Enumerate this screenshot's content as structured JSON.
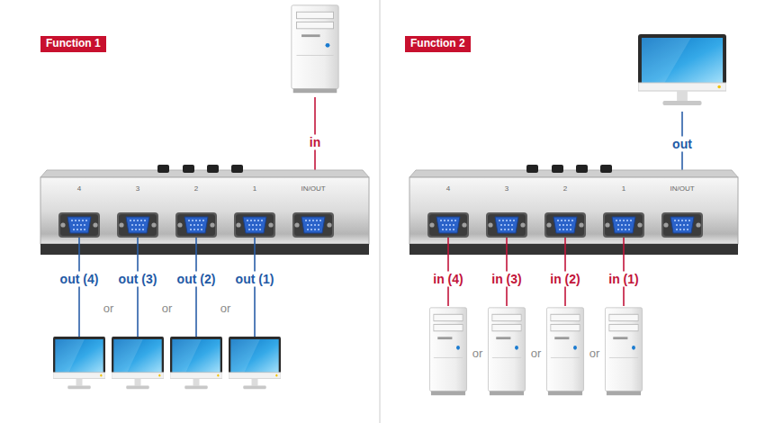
{
  "diagram": {
    "nodes": [
      {
        "text": [
          "Function 1"
        ]
      },
      {
        "text": [
          "4",
          "3",
          "2",
          "1",
          "IN/OUT"
        ]
      },
      {
        "text": [
          "Function 2"
        ]
      },
      {
        "text": [
          "4",
          "3",
          "2",
          "1",
          "IN/OUT"
        ]
      }
    ],
    "labels": [
      "in",
      "out (4)",
      "out (3)",
      "out (2)",
      "out (1)",
      "or",
      "or",
      "or",
      "out",
      "in (4)",
      "in (3)",
      "in (2)",
      "in (1)",
      "or",
      "or",
      "or"
    ]
  }
}
